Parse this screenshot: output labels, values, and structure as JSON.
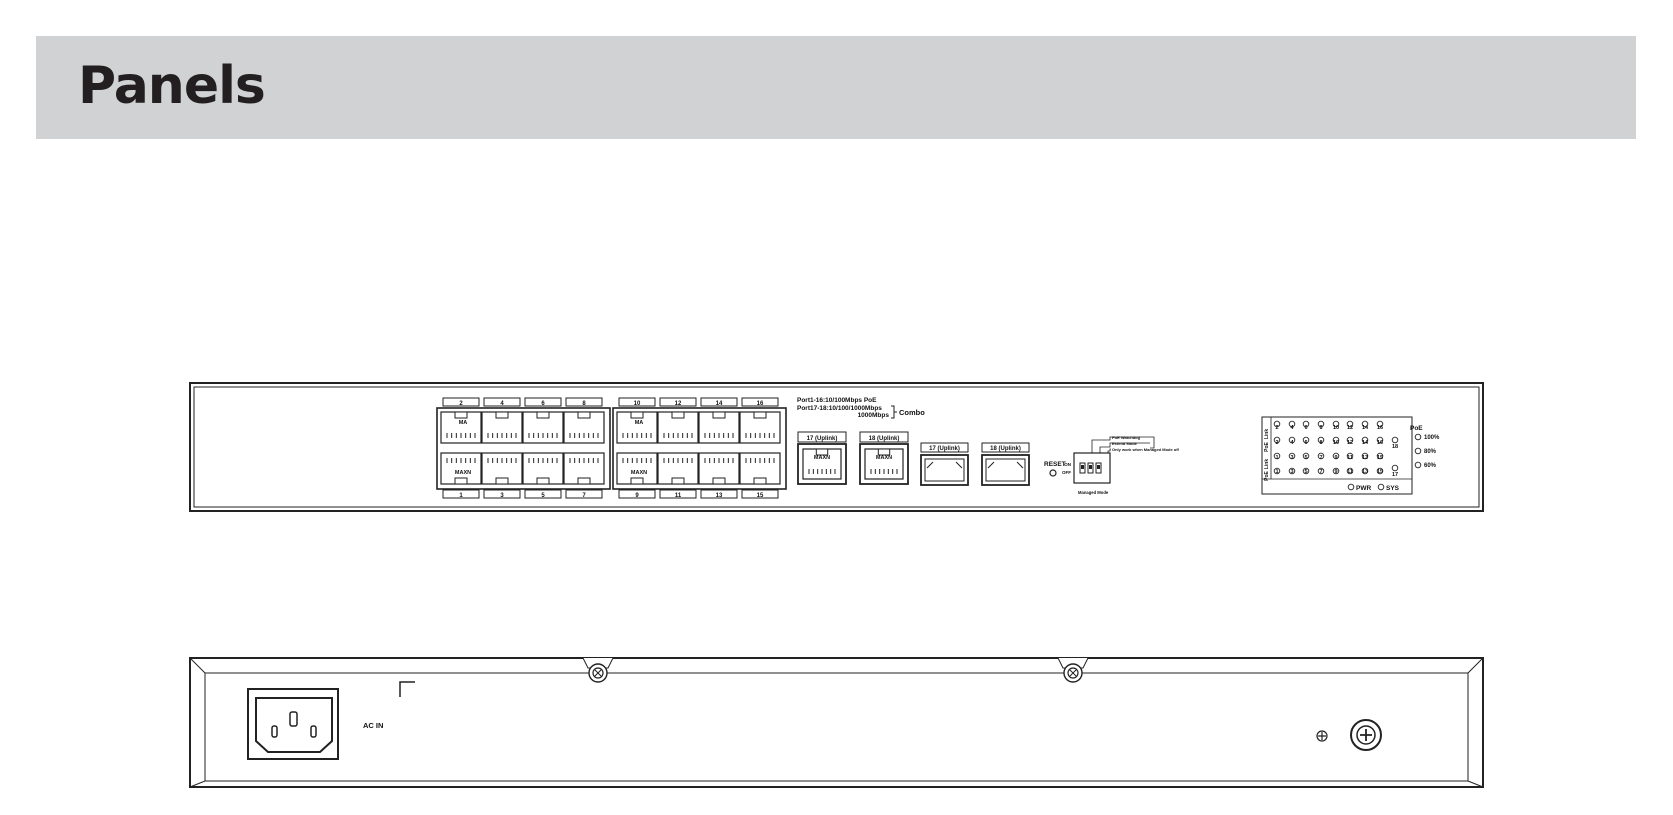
{
  "page": {
    "title": "Panels"
  },
  "front_panel": {
    "top_port_labels": [
      "2",
      "4",
      "6",
      "8",
      "10",
      "12",
      "14",
      "16"
    ],
    "bottom_port_labels": [
      "1",
      "3",
      "5",
      "7",
      "9",
      "11",
      "13",
      "15"
    ],
    "rj45_port_marks": [
      "MA",
      "MA",
      "MAXN",
      "MAXN"
    ],
    "port_spec_line1": "Port1-16:10/100Mbps PoE",
    "port_spec_line2": "Port17-18:10/100/1000Mbps",
    "port_spec_line3": "1000Mbps",
    "combo_label": "Combo",
    "uplink_rj45": [
      {
        "label": "17 (Uplink)",
        "mark": "MAXN"
      },
      {
        "label": "18 (Uplink)",
        "mark": "MAXN"
      }
    ],
    "uplink_sfp": [
      {
        "label": "17 (Uplink)"
      },
      {
        "label": "18 (Uplink)"
      }
    ],
    "reset_label": "RESET",
    "dip": {
      "on_label": "ON",
      "off_label": "OFF",
      "option1": "PoE Watchdog",
      "option2": "Extend Mode",
      "option3": "Only work when Managed Mode off",
      "bottom_label": "Managed Mode"
    },
    "led_panel": {
      "row_tags": [
        "Link",
        "PoE",
        "Link",
        "PoE"
      ],
      "even_numbers": [
        "2",
        "4",
        "6",
        "8",
        "10",
        "12",
        "14",
        "16"
      ],
      "even_extra": "18",
      "odd_numbers": [
        "1",
        "3",
        "5",
        "7",
        "9",
        "11",
        "13",
        "15"
      ],
      "odd_extra": "17",
      "pwr_label": "PWR",
      "sys_label": "SYS",
      "poe_title": "PoE",
      "poe_levels": [
        "100%",
        "80%",
        "60%"
      ]
    }
  },
  "rear_panel": {
    "ac_label": "AC IN"
  }
}
